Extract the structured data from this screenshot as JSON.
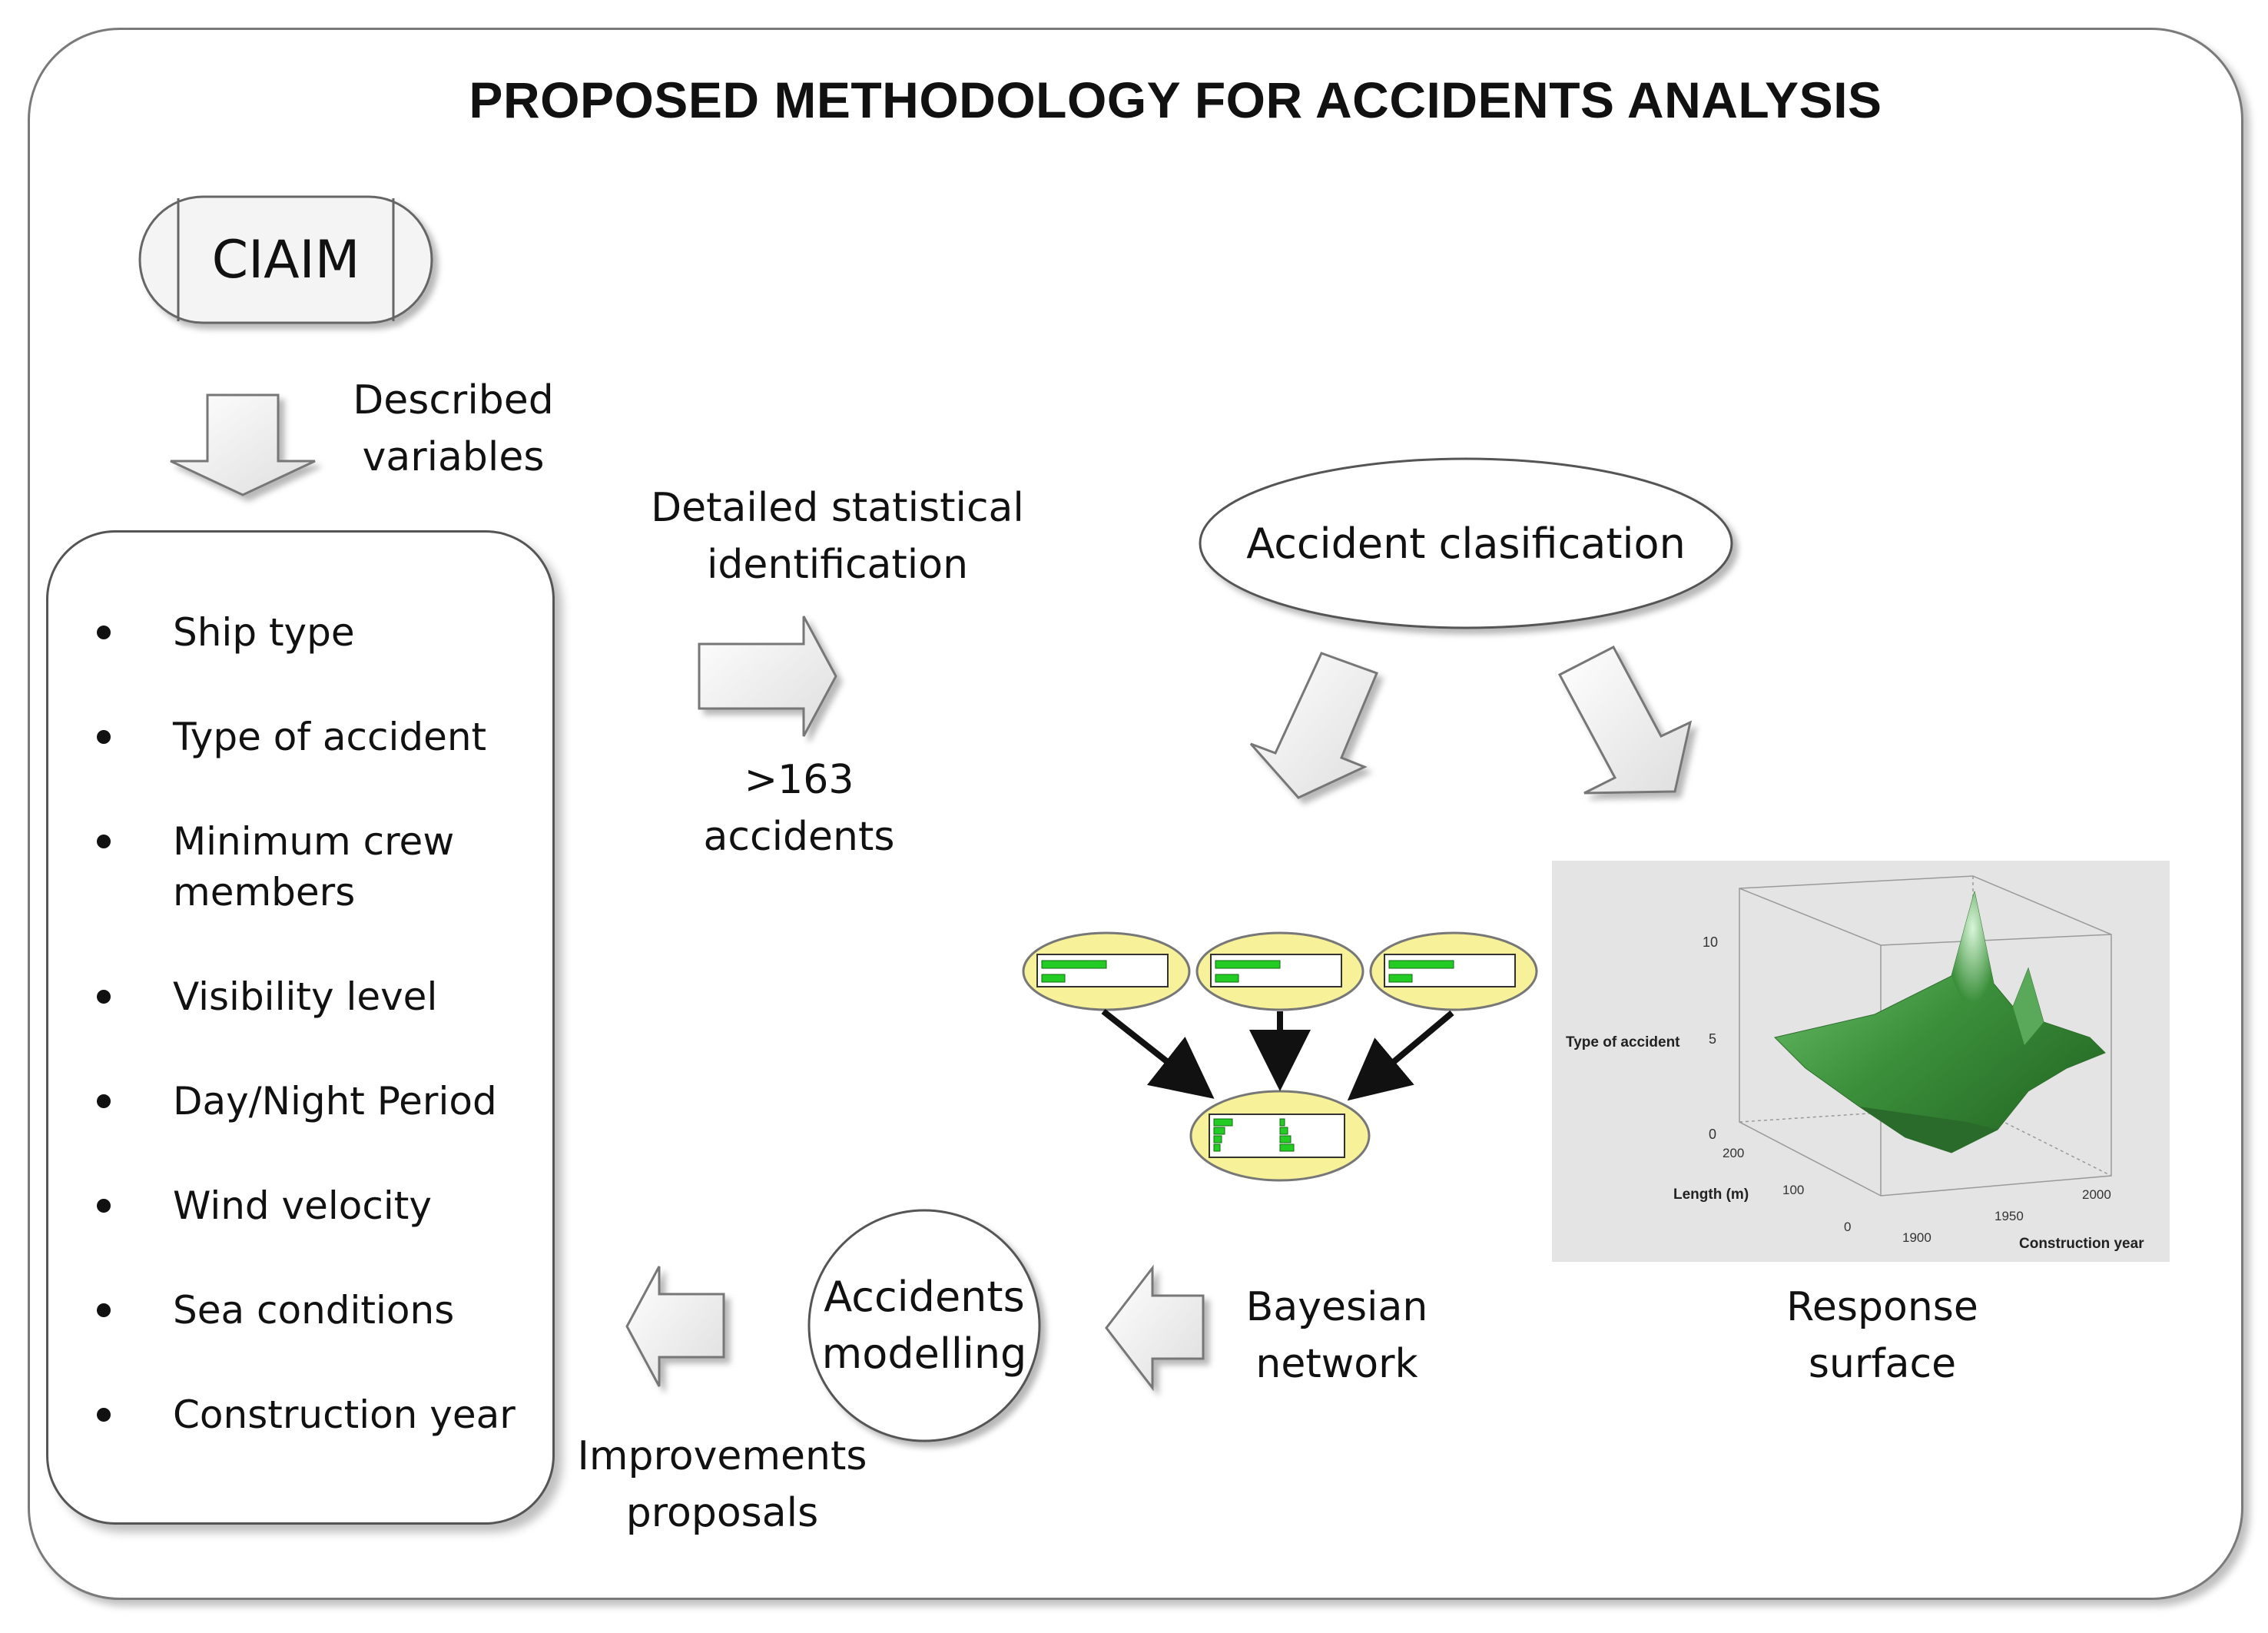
{
  "title": "PROPOSED METHODOLOGY FOR ACCIDENTS ANALYSIS",
  "source": {
    "label": "CIAIM"
  },
  "described_variables_label": [
    "Described",
    "variables"
  ],
  "variables": [
    "Ship type",
    "Type of accident",
    "Minimum crew members",
    "Visibility level",
    "Day/Night Period",
    "Wind velocity",
    "Sea conditions",
    "Construction year"
  ],
  "statistical_label": [
    "Detailed statistical",
    "identification"
  ],
  "accident_count_label": [
    ">163",
    "accidents"
  ],
  "classification_label": "Accident clasification",
  "bayesian_label": [
    "Bayesian",
    "network"
  ],
  "response_surface_label": [
    "Response",
    "surface"
  ],
  "modelling_label": [
    "Accidents",
    "modelling"
  ],
  "improvements_label": [
    "Improvements",
    "proposals"
  ],
  "response_surface_plot": {
    "z_axis_label": "Type of accident",
    "z_ticks": [
      "0",
      "5",
      "10"
    ],
    "y_axis_label": "Length (m)",
    "y_ticks": [
      "0",
      "100",
      "200"
    ],
    "x_axis_label": "Construction year",
    "x_ticks": [
      "1900",
      "1950",
      "2000"
    ]
  },
  "colors": {
    "node_fill": "#f7f19a",
    "node_bar": "#22cc22",
    "surface": "#3b8f3b",
    "arrow_fill": "#f0f0f0",
    "outline": "#6e6e6e"
  }
}
